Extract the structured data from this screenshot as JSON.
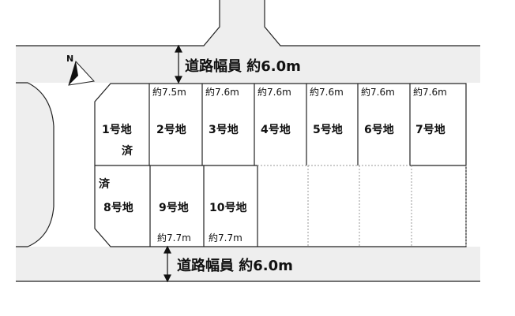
{
  "north_symbol": "N",
  "roads": {
    "top_label": "道路幅員 約6.0m",
    "bottom_label": "道路幅員 約6.0m"
  },
  "lots_top": [
    {
      "name": "1号地",
      "status": "済",
      "width": ""
    },
    {
      "name": "2号地",
      "status": "",
      "width": "約7.5m"
    },
    {
      "name": "3号地",
      "status": "",
      "width": "約7.6m"
    },
    {
      "name": "4号地",
      "status": "",
      "width": "約7.6m"
    },
    {
      "name": "5号地",
      "status": "",
      "width": "約7.6m"
    },
    {
      "name": "6号地",
      "status": "",
      "width": "約7.6m"
    },
    {
      "name": "7号地",
      "status": "",
      "width": "約7.6m"
    }
  ],
  "lots_bottom": [
    {
      "name": "8号地",
      "status": "済",
      "width": ""
    },
    {
      "name": "9号地",
      "status": "",
      "width": "約7.7m"
    },
    {
      "name": "10号地",
      "status": "",
      "width": "約7.7m"
    }
  ],
  "colors": {
    "road": "#eeeeee",
    "lot": "#ffffff",
    "line": "#222222",
    "dotted": "#999999"
  }
}
